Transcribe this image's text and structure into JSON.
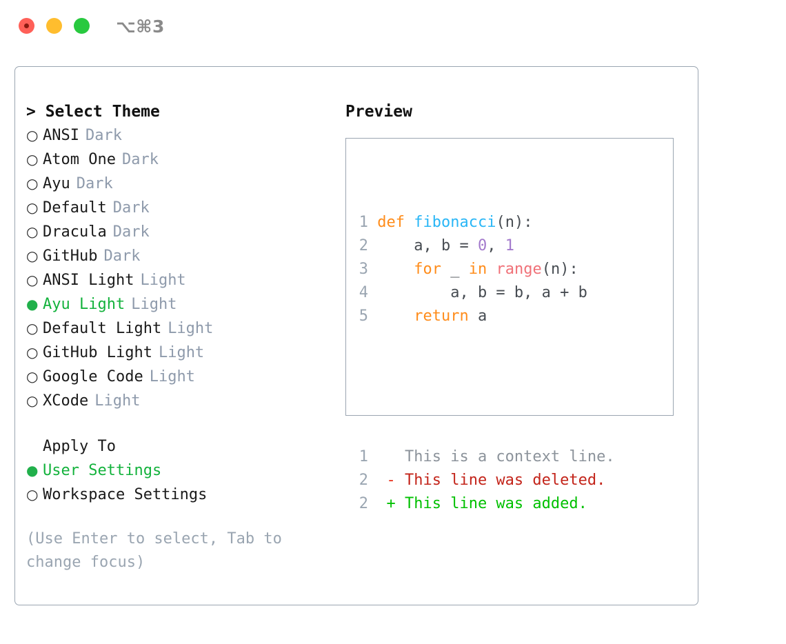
{
  "window": {
    "shortcut": "⌥⌘3",
    "traffic_lights": [
      "close",
      "minimize",
      "maximize"
    ],
    "colors": {
      "close": "#ff6058",
      "minimize": "#ffbd2e",
      "maximize": "#28c93f",
      "panel_border": "#9aa5b1",
      "accent_green": "#13b23c",
      "muted": "#9aa5b1"
    }
  },
  "theme_list": {
    "header": "> Select Theme",
    "marker_selected": "●",
    "marker_unselected": "○",
    "items": [
      {
        "label": "ANSI",
        "badge": "Dark",
        "selected": false
      },
      {
        "label": "Atom One",
        "badge": "Dark",
        "selected": false
      },
      {
        "label": "Ayu",
        "badge": "Dark",
        "selected": false
      },
      {
        "label": "Default",
        "badge": "Dark",
        "selected": false
      },
      {
        "label": "Dracula",
        "badge": "Dark",
        "selected": false
      },
      {
        "label": "GitHub",
        "badge": "Dark",
        "selected": false
      },
      {
        "label": "ANSI Light",
        "badge": "Light",
        "selected": false
      },
      {
        "label": "Ayu Light",
        "badge": "Light",
        "selected": true
      },
      {
        "label": "Default Light",
        "badge": "Light",
        "selected": false
      },
      {
        "label": "GitHub Light",
        "badge": "Light",
        "selected": false
      },
      {
        "label": "Google Code",
        "badge": "Light",
        "selected": false
      },
      {
        "label": "XCode",
        "badge": "Light",
        "selected": false
      }
    ]
  },
  "apply_to": {
    "header": "Apply To",
    "items": [
      {
        "label": "User Settings",
        "selected": true
      },
      {
        "label": "Workspace Settings",
        "selected": false
      }
    ]
  },
  "hint": "(Use Enter to select, Tab to change focus)",
  "preview": {
    "title": "Preview",
    "code_lines": [
      {
        "num": "1",
        "tokens": [
          {
            "text": "def",
            "type": "kw"
          },
          {
            "text": " ",
            "type": "plain"
          },
          {
            "text": "fibonacci",
            "type": "fn"
          },
          {
            "text": "(n):",
            "type": "plain"
          }
        ]
      },
      {
        "num": "2",
        "tokens": [
          {
            "text": "    a, b = ",
            "type": "plain"
          },
          {
            "text": "0",
            "type": "num"
          },
          {
            "text": ", ",
            "type": "plain"
          },
          {
            "text": "1",
            "type": "num"
          }
        ]
      },
      {
        "num": "3",
        "tokens": [
          {
            "text": "    ",
            "type": "plain"
          },
          {
            "text": "for",
            "type": "kw"
          },
          {
            "text": " _ ",
            "type": "plain"
          },
          {
            "text": "in",
            "type": "kw"
          },
          {
            "text": " ",
            "type": "plain"
          },
          {
            "text": "range",
            "type": "call"
          },
          {
            "text": "(n):",
            "type": "plain"
          }
        ]
      },
      {
        "num": "4",
        "tokens": [
          {
            "text": "        a, b = b, a + b",
            "type": "plain"
          }
        ]
      },
      {
        "num": "5",
        "tokens": [
          {
            "text": "    ",
            "type": "plain"
          },
          {
            "text": "return",
            "type": "kw"
          },
          {
            "text": " a",
            "type": "plain"
          }
        ]
      }
    ],
    "diff_lines": [
      {
        "num": "1",
        "marker": " ",
        "text": "This is a context line.",
        "type": "context"
      },
      {
        "num": "2",
        "marker": "-",
        "text": "This line was deleted.",
        "type": "deleted"
      },
      {
        "num": "2",
        "marker": "+",
        "text": "This line was added.",
        "type": "added"
      }
    ],
    "syntax_colors": {
      "keyword": "#ff8c1a",
      "function": "#29b6f6",
      "number": "#a37acc",
      "builtin_call": "#f07178",
      "plain": "#474c52",
      "line_number": "#9aa5b1",
      "diff_context": "#8c939b",
      "diff_deleted": "#c3241a",
      "diff_added": "#00c000"
    }
  }
}
